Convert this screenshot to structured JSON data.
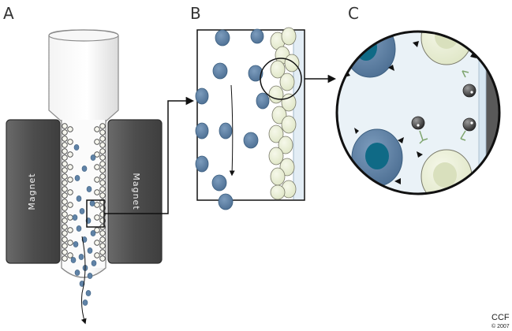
{
  "figure": {
    "panels": [
      {
        "id": "A",
        "label": "A"
      },
      {
        "id": "B",
        "label": "B"
      },
      {
        "id": "C",
        "label": "C"
      }
    ],
    "magnet_left_label": "Magnet",
    "magnet_right_label": "Magnet",
    "credit": {
      "line1": "CCF",
      "line2": "© 2007"
    },
    "colors": {
      "labeled_cell": "#5f82a6",
      "labeled_cell_edge": "#3c5f80",
      "labeled_nucleus": "#0f6a86",
      "bead": "#ecf1d8",
      "bead_edge": "#7a7a6a",
      "unlabeled_cell": "#eef2dc",
      "unlabeled_nucleus": "#d9e0bd",
      "magnet": "#4f4f4f",
      "column_wall": "#7a7a7a",
      "circle_bg": "#e9f1f7"
    }
  }
}
